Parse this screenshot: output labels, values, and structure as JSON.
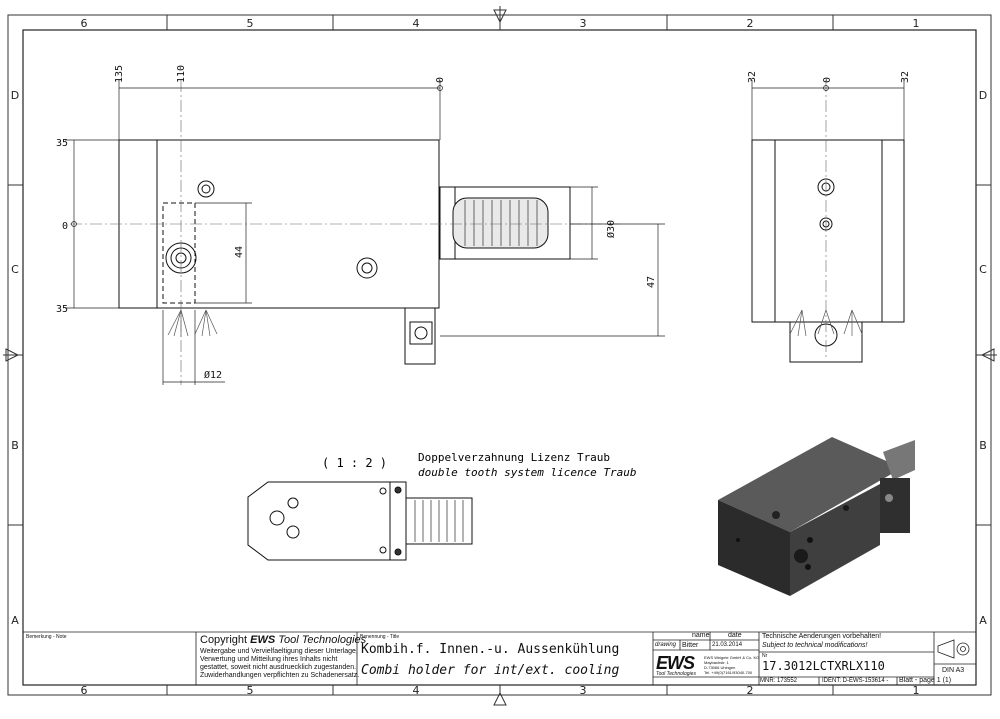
{
  "border": {
    "columns": [
      "6",
      "5",
      "4",
      "3",
      "2",
      "1"
    ],
    "rows": [
      "D",
      "C",
      "B",
      "A"
    ]
  },
  "dimensions": {
    "top_view": {
      "d135": "135",
      "d110": "110",
      "d0": "0"
    },
    "left": {
      "d35a": "35",
      "d0": "0",
      "d35b": "35"
    },
    "inner": {
      "d44": "44",
      "d47": "47",
      "d30": "Ø30",
      "d12": "Ø12"
    },
    "side_view": {
      "d32a": "32",
      "d0": "0",
      "d32b": "32"
    }
  },
  "detail": {
    "scale": "( 1 : 2 )",
    "note_de": "Doppelverzahnung Lizenz Traub",
    "note_en": "double tooth system licence Traub"
  },
  "title_block": {
    "remark_label": "Bemerkung - Note",
    "copyright_prefix": "Copyright ",
    "copyright_brand": "EWS",
    "copyright_suffix": " Tool Technologies",
    "legal_lines": [
      "Weitergabe und Vervielfaeltigung dieser Unterlage,",
      "Verwertung und Mitteilung ihres Inhalts nicht",
      "gestattet, soweit nicht ausdruecklich zugestanden.",
      "Zuwiderhandlungen verpflichten zu Schadenersatz."
    ],
    "title_label": "Benennung - Title",
    "title_de": "Kombih.f. Innen.-u. Aussenkühlung",
    "title_en": "Combi holder for int/ext. cooling",
    "col_name": "name",
    "col_date": "date",
    "row_drawing": "drawing",
    "drawn_by": "Bitter",
    "drawn_date": "21.03.2014",
    "logo": "EWS",
    "logo_sub": "Tool Technologies",
    "company_lines": [
      "EWS Weigele GmbH & Co. KG",
      "Maybachstr. 1",
      "D-73066 Uhingen",
      "Tel. +49(0)7161/93040-700"
    ],
    "changes_de": "Technische Aenderungen vorbehalten!",
    "changes_en": "Subject to technical modifications!",
    "nr_label": "Nr",
    "part_number": "17.3012LCTXRLX110",
    "mnr": "MNR: 173552",
    "ident": "IDENT: D-EWS-153614 -",
    "sheet": "Blatt - page 1 (1)",
    "format": "DIN A3"
  }
}
